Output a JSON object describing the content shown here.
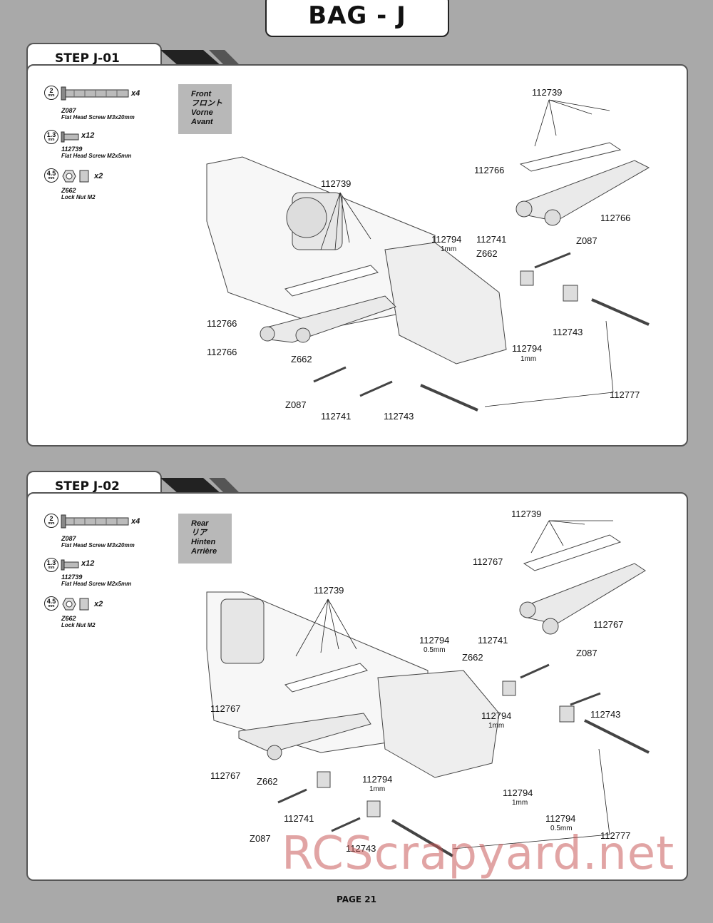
{
  "header": {
    "title": "BAG - J"
  },
  "steps": [
    {
      "title": "STEP J-01",
      "parts": [
        {
          "size": "2",
          "unit": "mm",
          "qty": "x4",
          "code": "Z087",
          "desc": "Flat Head Screw M3x20mm"
        },
        {
          "size": "1.3",
          "unit": "mm",
          "qty": "x12",
          "code": "112739",
          "desc": "Flat Head Screw M2x5mm"
        },
        {
          "size": "4.5",
          "unit": "mm",
          "qty": "x2",
          "code": "Z662",
          "desc": "Lock Nut M2"
        }
      ],
      "orientation": [
        "Front",
        "フロント",
        "Vorne",
        "Avant"
      ],
      "labels": {
        "a": "112739",
        "b": "112766",
        "c": "112739",
        "d": "112794",
        "e": "1mm",
        "f": "112741",
        "g": "Z087",
        "h": "Z662",
        "i": "112766",
        "j": "112766",
        "k": "112743",
        "l": "112794",
        "m": "1mm",
        "n": "Z662",
        "o": "112766",
        "p": "112777",
        "q": "Z087",
        "r": "112741",
        "s": "112743"
      }
    },
    {
      "title": "STEP J-02",
      "parts": [
        {
          "size": "2",
          "unit": "mm",
          "qty": "x4",
          "code": "Z087",
          "desc": "Flat Head Screw M3x20mm"
        },
        {
          "size": "1.3",
          "unit": "mm",
          "qty": "x12",
          "code": "112739",
          "desc": "Flat Head Screw M2x5mm"
        },
        {
          "size": "4.5",
          "unit": "mm",
          "qty": "x2",
          "code": "Z662",
          "desc": "Lock Nut M2"
        }
      ],
      "orientation": [
        "Rear",
        "リア",
        "Hinten",
        "Arrière"
      ],
      "labels": {
        "a": "112739",
        "b": "112767",
        "c": "112739",
        "d": "112794",
        "e": "0.5mm",
        "f": "112741",
        "g": "Z662",
        "h": "Z087",
        "i": "112767",
        "j": "112767",
        "k": "112743",
        "l": "112794",
        "m": "1mm",
        "n": "112767",
        "o": "Z662",
        "p": "112794",
        "q": "1mm",
        "r": "112794",
        "s": "1mm",
        "t": "112794",
        "u": "0.5mm",
        "v": "112777",
        "w": "112741",
        "x": "Z087",
        "y": "112743"
      }
    }
  ],
  "footer": {
    "page": "PAGE 21"
  },
  "watermark": "RCScrapyard.net"
}
